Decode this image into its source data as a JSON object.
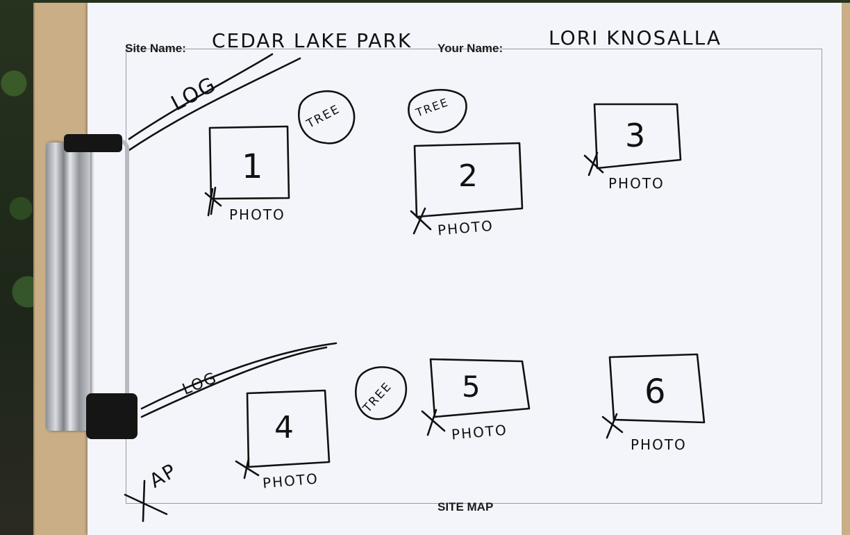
{
  "header": {
    "site_name_label": "Site Name:",
    "site_name_value": "CEDAR LAKE PARK",
    "your_name_label": "Your Name:",
    "your_name_value": "LORI KNOSALLA"
  },
  "footer": {
    "title": "SITE MAP"
  },
  "map": {
    "logs": [
      {
        "label": "LOG"
      },
      {
        "label": "LOG"
      }
    ],
    "trees": [
      {
        "label": "TREE"
      },
      {
        "label": "TREE"
      },
      {
        "label": "TREE"
      }
    ],
    "plots": [
      {
        "number": "1",
        "photo_label": "PHOTO"
      },
      {
        "number": "2",
        "photo_label": "PHOTO"
      },
      {
        "number": "3",
        "photo_label": "PHOTO"
      },
      {
        "number": "4",
        "photo_label": "PHOTO"
      },
      {
        "number": "5",
        "photo_label": "PHOTO"
      },
      {
        "number": "6",
        "photo_label": "PHOTO"
      }
    ],
    "corner_mark": "AP"
  },
  "colors": {
    "paper": "#f4f5fb",
    "ink": "#111111",
    "clipboard": "#c9ae86"
  }
}
